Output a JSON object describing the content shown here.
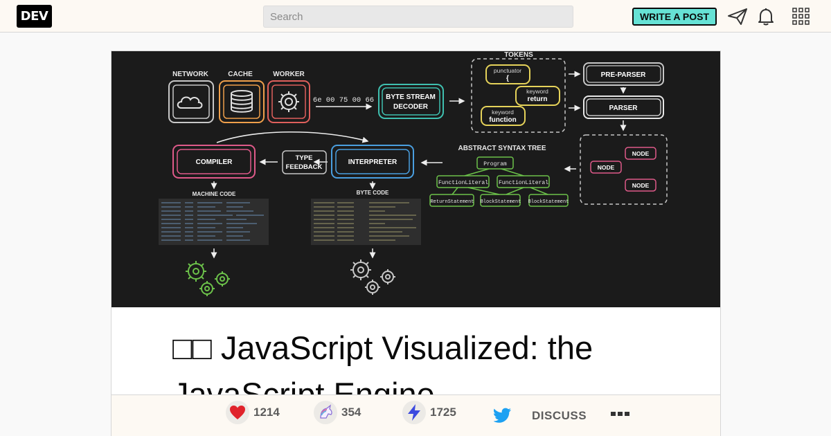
{
  "header": {
    "logo_text": "DEV",
    "search_placeholder": "Search",
    "write_post_label": "WRITE A POST",
    "icons": [
      "paper-plane-icon",
      "bell-icon",
      "grid-menu-icon"
    ]
  },
  "article": {
    "title": "□□ JavaScript Visualized: the JavaScript Engine"
  },
  "cover_diagram": {
    "network_label": "NETWORK",
    "cache_label": "CACHE",
    "worker_label": "WORKER",
    "bytes_text": "6e 00 75 00 66",
    "decoder_line1": "BYTE STREAM",
    "decoder_line2": "DECODER",
    "tokens_label": "TOKENS",
    "token_punctuator_label": "punctuator",
    "token_punctuator_value": "{",
    "token_return_label": "keyword",
    "token_return_value": "return",
    "token_function_label": "keyword",
    "token_function_value": "function",
    "preparser_label": "PRE-PARSER",
    "parser_label": "PARSER",
    "compiler_label": "COMPILER",
    "type_feedback_line1": "TYPE",
    "type_feedback_line2": "FEEDBACK",
    "interpreter_label": "INTERPRETER",
    "ast_label": "ABSTRACT SYNTAX TREE",
    "ast_program": "Program",
    "ast_fn1": "FunctionLiteral",
    "ast_fn2": "FunctionLiteral",
    "ast_return": "ReturnStatement",
    "ast_block1": "BlockStatement",
    "ast_block2": "BlockStatement",
    "node_label": "NODE",
    "machine_code_label": "MACHINE CODE",
    "byte_code_label": "BYTE CODE",
    "colors": {
      "background": "#1b1b1b",
      "gray": "#c8c8c8",
      "orange": "#f0a04b",
      "red": "#e0605c",
      "teal": "#3fc0b0",
      "yellow": "#e6d35a",
      "pink": "#e05a8a",
      "blue": "#4a9fe0",
      "green": "#6cc24a"
    }
  },
  "reactions": {
    "hearts": "1214",
    "unicorns": "354",
    "bookmarks": "1725",
    "discuss_label": "DISCUSS",
    "icons": [
      "heart-icon",
      "unicorn-icon",
      "bookmark-icon",
      "twitter-icon",
      "more-icon"
    ],
    "colors": {
      "heart": "#e0232b",
      "bookmark": "#3b49df",
      "twitter": "#1da1f2"
    }
  }
}
